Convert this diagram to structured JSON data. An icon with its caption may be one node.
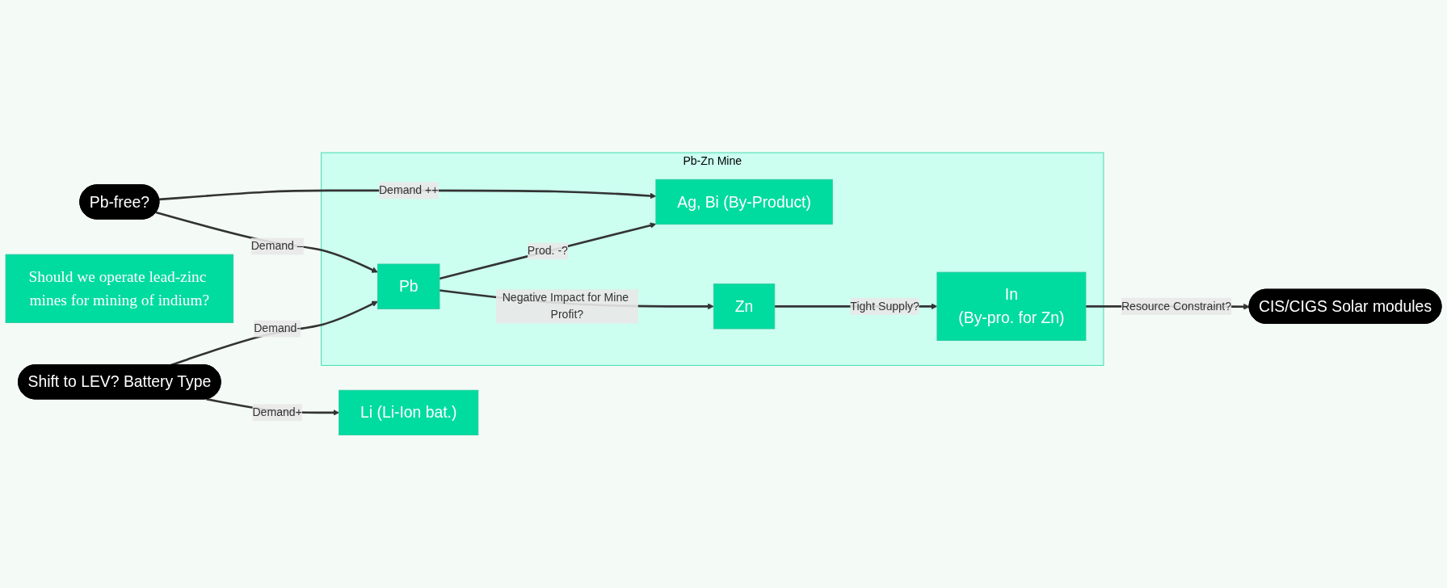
{
  "diagram": {
    "nodes": [
      {
        "text": [
          "Pb-Zn Mine"
        ]
      },
      {
        "text": [
          "Ag, Bi (By-Product)"
        ],
        "in": 0
      },
      {
        "text": [
          "Pb"
        ],
        "in": 0
      },
      {
        "text": [
          "Shift to LEV? Battery Type"
        ]
      },
      {
        "text": [
          "Li (Li-Ion bat.)"
        ]
      },
      {
        "text": [
          "Should we operate lead-zinc mines for mining of indium?"
        ]
      },
      {
        "text": [
          "Pb-free?"
        ]
      },
      {
        "text": [
          "Zn"
        ],
        "in": 0
      },
      {
        "text": [
          "In",
          "(By-pro. for Zn)"
        ],
        "in": 0
      },
      {
        "text": [
          "CIS/CIGS Solar modules"
        ]
      }
    ],
    "edges": [
      {
        "from": 2,
        "to": 1,
        "arrow": "to",
        "label": "Prod. -?"
      },
      {
        "from": 3,
        "to": 2,
        "arrow": "to",
        "label": "Demand-"
      },
      {
        "from": 3,
        "to": 4,
        "arrow": "to",
        "label": "Demand+"
      },
      {
        "from": 6,
        "to": 1,
        "arrow": "to",
        "label": "Demand ++"
      },
      {
        "from": 6,
        "to": 2,
        "arrow": "to",
        "label": "Demand –"
      },
      {
        "from": 2,
        "to": 7,
        "arrow": "to",
        "label": "Negative Impact for Mine Profit?"
      },
      {
        "from": 7,
        "to": 8,
        "arrow": "to",
        "label": "Tight Supply?"
      },
      {
        "from": 8,
        "to": 9,
        "arrow": "to",
        "label": "Resource Constraint?"
      }
    ]
  }
}
